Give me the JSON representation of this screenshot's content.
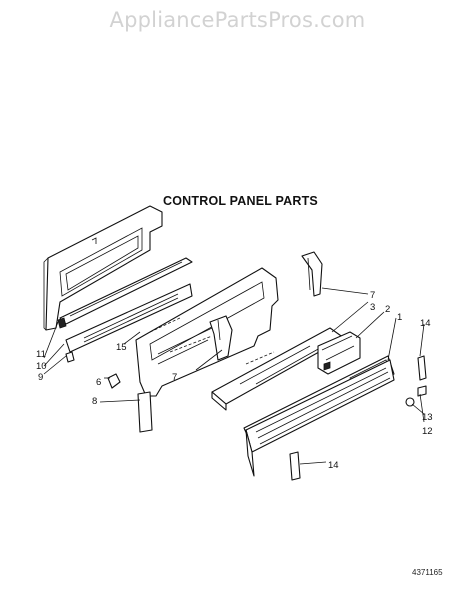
{
  "watermark": "AppliancePartsPros.com",
  "title": "CONTROL PANEL PARTS",
  "figure_number": "4371165",
  "callouts": {
    "l1": "1",
    "l2": "2",
    "l3": "3",
    "l6": "6",
    "l7a": "7",
    "l7b": "7",
    "l8": "8",
    "l9": "9",
    "l10": "10",
    "l11": "11",
    "l12": "12",
    "l13": "13",
    "l14a": "14",
    "l14b": "14",
    "l15": "15"
  }
}
